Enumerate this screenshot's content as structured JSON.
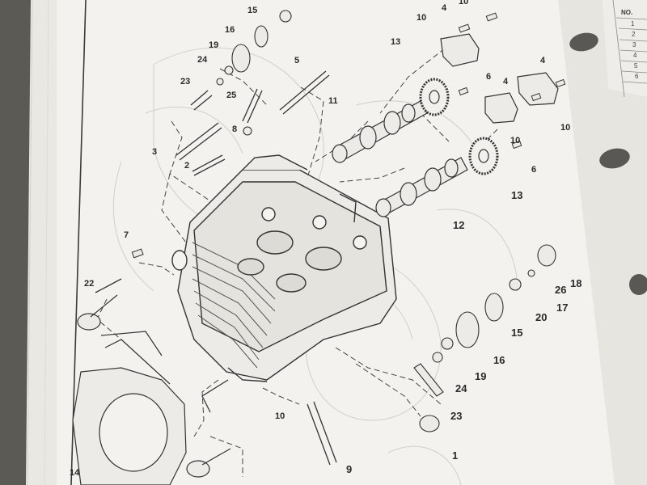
{
  "photo": {
    "background_color": "#5c5a55",
    "paper_color": "#f3f2ee",
    "ink_color": "#2f2f2f"
  },
  "callouts": {
    "n1": "1",
    "n2": "2",
    "n3": "3",
    "n4": "4",
    "n5": "5",
    "n6": "6",
    "n7": "7",
    "n8": "8",
    "n9": "9",
    "n10": "10",
    "n11": "11",
    "n12": "12",
    "n13": "13",
    "n14": "14",
    "n15": "15",
    "n16": "16",
    "n17": "17",
    "n18": "18",
    "n19": "19",
    "n20": "20",
    "n22": "22",
    "n23": "23",
    "n24": "24",
    "n25": "25",
    "n26": "26"
  },
  "side_page": {
    "header": "NO.",
    "rows": [
      "1",
      "2",
      "3",
      "4",
      "5",
      "6"
    ]
  }
}
